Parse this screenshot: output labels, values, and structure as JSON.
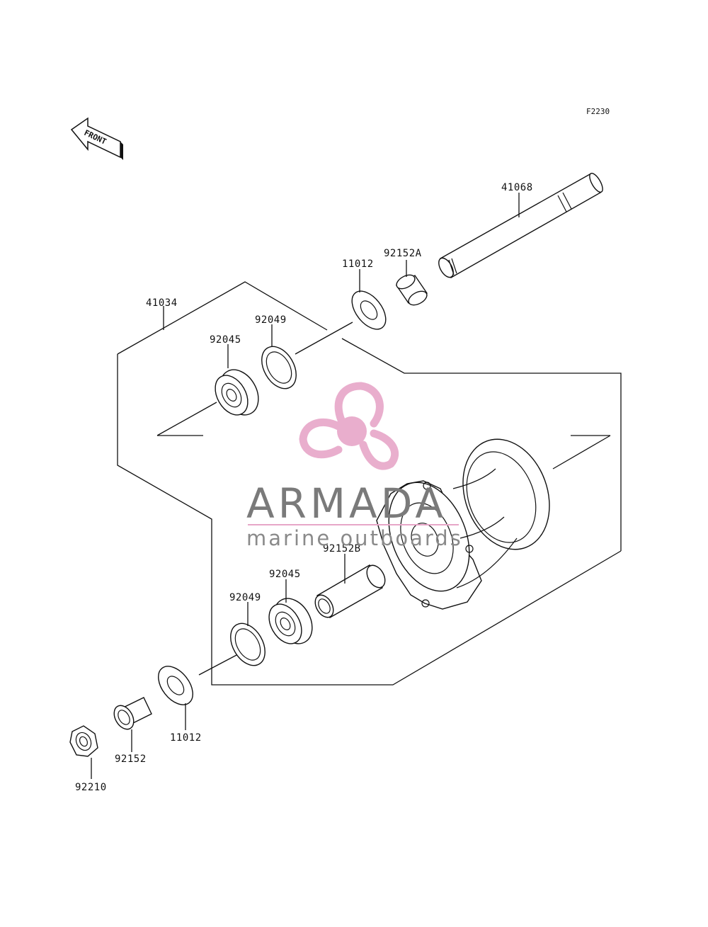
{
  "figure_code": "F2230",
  "front_arrow_text": "FRONT",
  "callouts": {
    "axle": "41068",
    "collar_a": "92152A",
    "seal_upper": "11012",
    "hub_assembly": "41034",
    "oil_seal_upper": "92049",
    "bearing_upper": "92045",
    "collar_b": "92152B",
    "bearing_lower": "92045",
    "oil_seal_lower": "92049",
    "seal_lower": "11012",
    "collar_lower": "92152",
    "nut": "92210"
  },
  "watermark": {
    "brand": "ARMADA",
    "tagline": "marine outboards",
    "colors": {
      "accent": "#e7a6c8",
      "text": "#7a7a7a"
    }
  }
}
